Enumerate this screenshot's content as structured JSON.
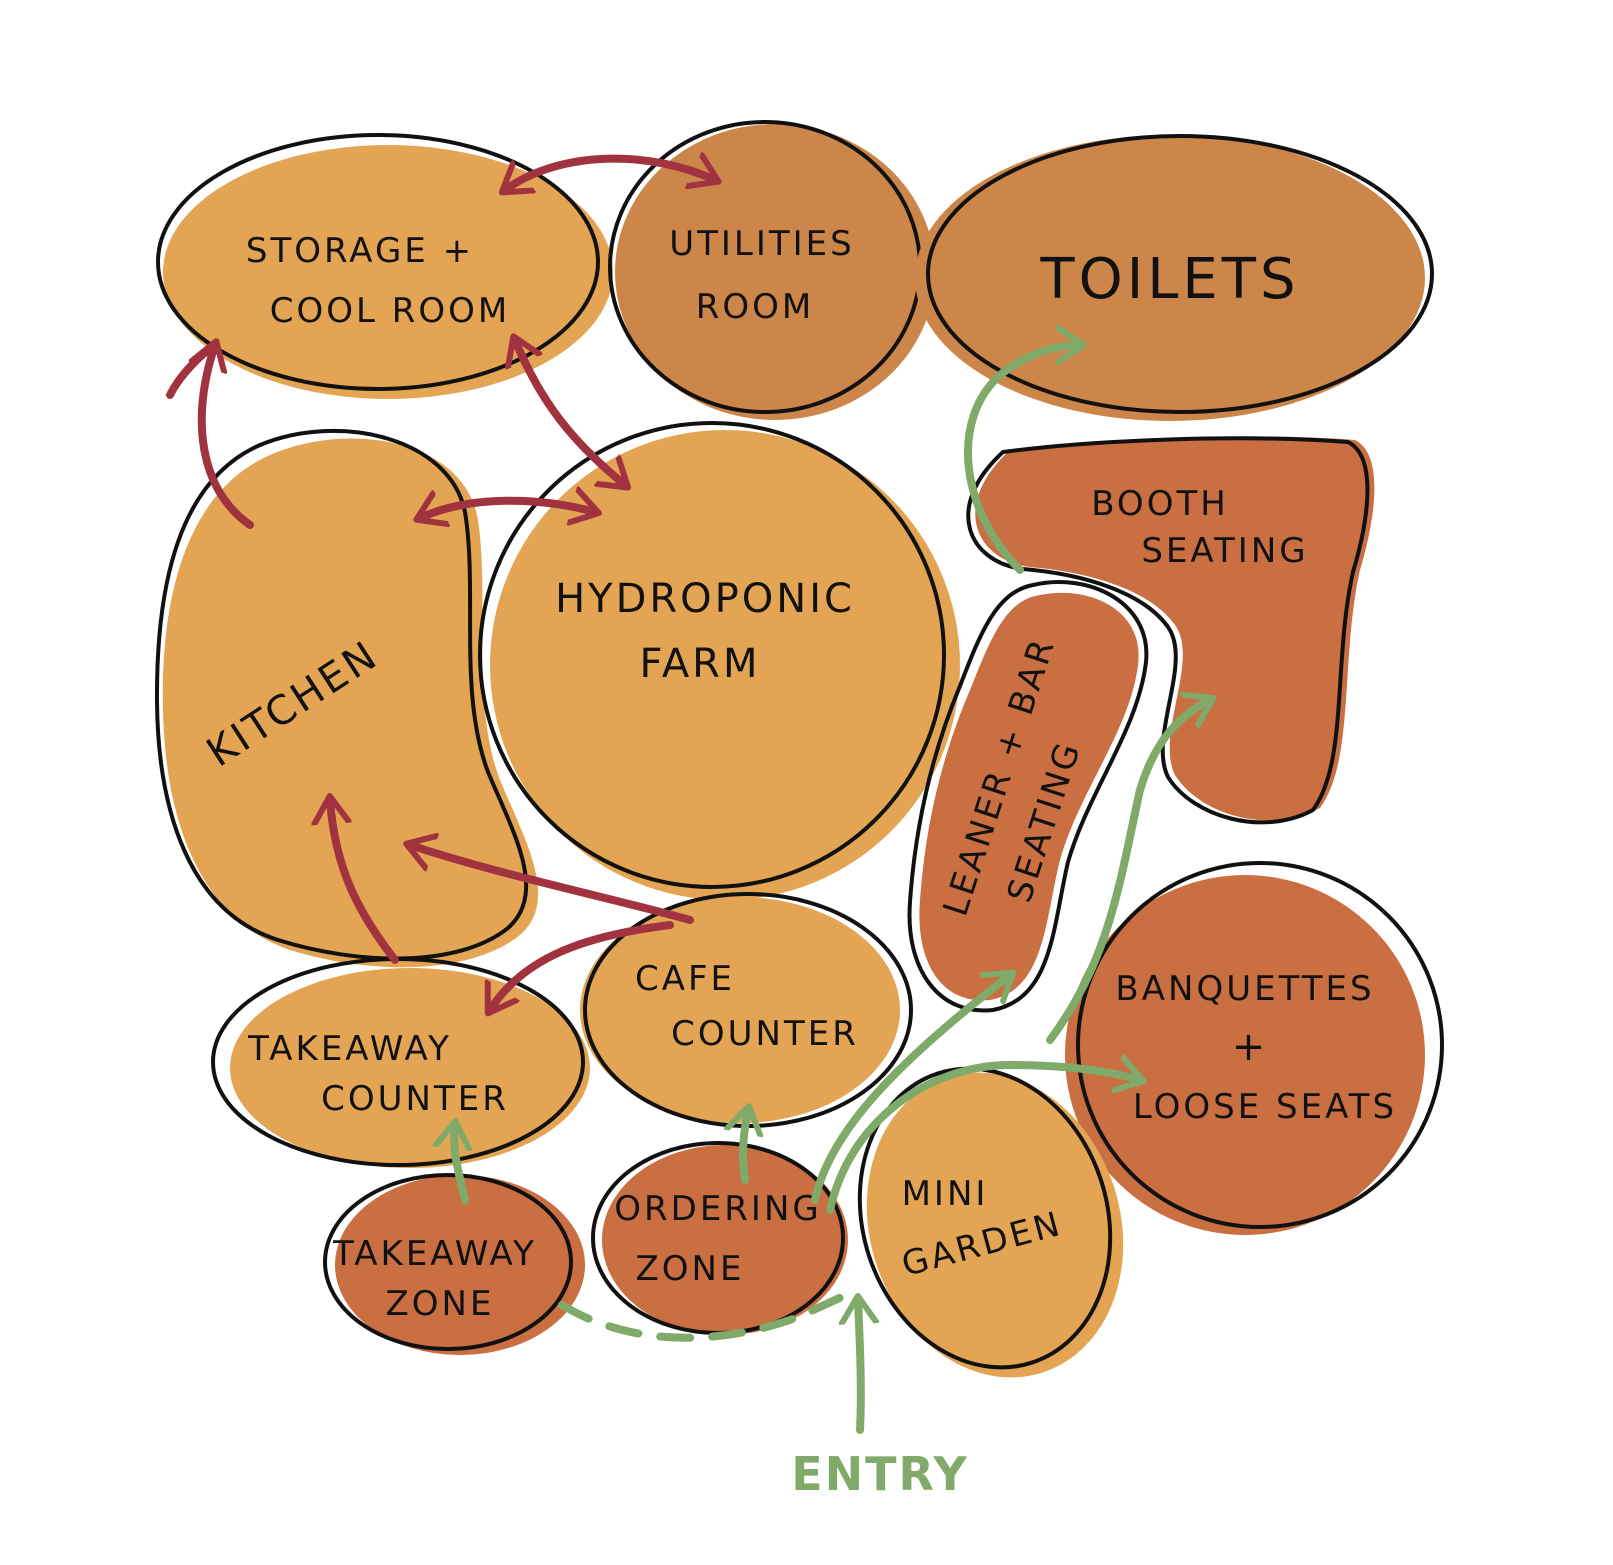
{
  "colors": {
    "light": "#E3A553",
    "mid": "#CD864A",
    "dark": "#C96F42",
    "outline": "#111111",
    "service_arrow": "#A1323F",
    "customer_arrow": "#7FAA69"
  },
  "spaces": {
    "storage": [
      "STORAGE +",
      "COOL ROOM"
    ],
    "utilities": [
      "UTILITIES",
      "ROOM"
    ],
    "toilets": "TOILETS",
    "kitchen": "KITCHEN",
    "hydroponic": [
      "HYDROPONIC",
      "FARM"
    ],
    "booth": [
      "BOOTH",
      "SEATING"
    ],
    "leaner": [
      "LEANER + BAR",
      "SEATING"
    ],
    "banquettes": [
      "BANQUETTES",
      "+",
      "LOOSE SEATS"
    ],
    "takeaway_counter": [
      "TAKEAWAY",
      "COUNTER"
    ],
    "cafe_counter": [
      "CAFE",
      "COUNTER"
    ],
    "takeaway_zone": [
      "TAKEAWAY",
      "ZONE"
    ],
    "ordering_zone": [
      "ORDERING",
      "ZONE"
    ],
    "mini_garden": [
      "MINI",
      "GARDEN"
    ]
  },
  "entry": "ENTRY"
}
